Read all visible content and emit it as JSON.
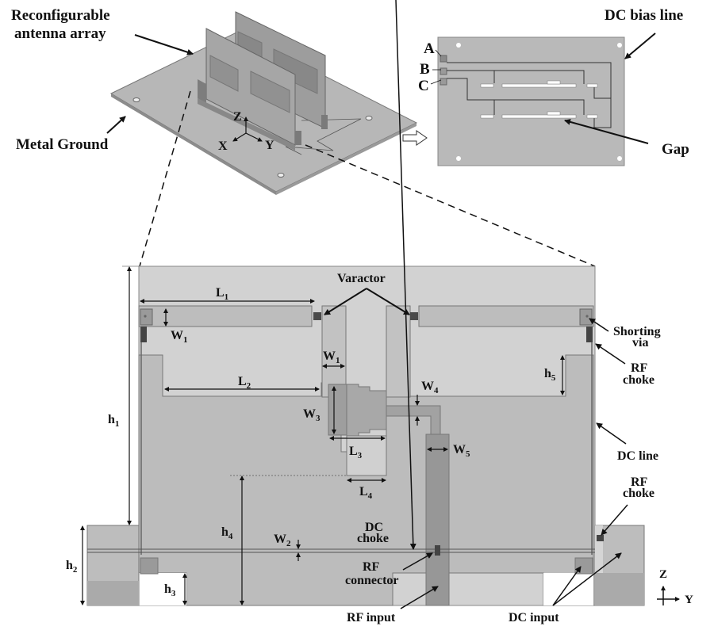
{
  "figure": {
    "iso_view": {
      "labels": {
        "array": [
          "Reconfigurable",
          "antenna array"
        ],
        "ground": "Metal Ground",
        "axis_z": "Z",
        "axis_x": "X",
        "axis_y": "Y"
      }
    },
    "bias_view": {
      "labels": {
        "title": "DC bias line",
        "port_a": "A",
        "port_b": "B",
        "port_c": "C",
        "gap": "Gap"
      }
    },
    "front_view": {
      "callouts": {
        "varactor": "Varactor",
        "shorting_via": [
          "Shorting",
          "via"
        ],
        "rf_choke_top": [
          "RF",
          "choke"
        ],
        "dc_line": "DC line",
        "rf_choke_right": [
          "RF",
          "choke"
        ],
        "dc_choke": [
          "DC",
          "choke"
        ],
        "rf_connector": [
          "RF",
          "connector"
        ],
        "rf_input": "RF input",
        "dc_input": "DC input"
      },
      "dimensions": {
        "L1": {
          "main": "L",
          "sub": "1"
        },
        "L2": {
          "main": "L",
          "sub": "2"
        },
        "L3": {
          "main": "L",
          "sub": "3"
        },
        "L4": {
          "main": "L",
          "sub": "4"
        },
        "W1a": {
          "main": "W",
          "sub": "1"
        },
        "W1b": {
          "main": "W",
          "sub": "1"
        },
        "W2": {
          "main": "W",
          "sub": "2"
        },
        "W3": {
          "main": "W",
          "sub": "3"
        },
        "W4": {
          "main": "W",
          "sub": "4"
        },
        "W5": {
          "main": "W",
          "sub": "5"
        },
        "h1": {
          "main": "h",
          "sub": "1"
        },
        "h2": {
          "main": "h",
          "sub": "2"
        },
        "h3": {
          "main": "h",
          "sub": "3"
        },
        "h4": {
          "main": "h",
          "sub": "4"
        },
        "h5": {
          "main": "h",
          "sub": "5"
        }
      },
      "axes": {
        "z": "Z",
        "y": "Y"
      }
    }
  }
}
